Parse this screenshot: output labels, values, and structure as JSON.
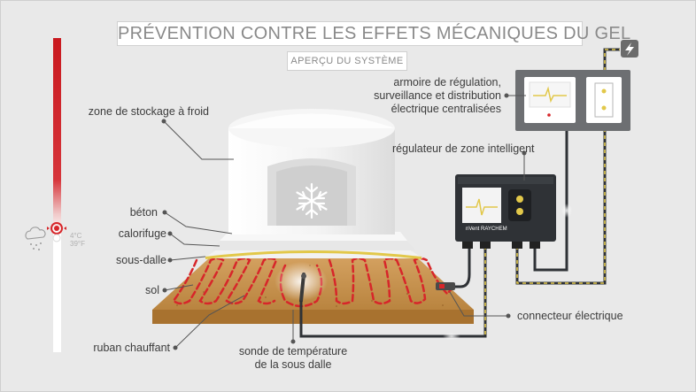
{
  "title": "PRÉVENTION CONTRE LES EFFETS MÉCANIQUES DU GEL",
  "subtitle": "APERÇU DU SYSTÈME",
  "labels": {
    "cold_storage": "zone de stockage à froid",
    "concrete": "béton",
    "insulation": "calorifuge",
    "subfloor": "sous-dalle",
    "soil": "sol",
    "heating_tape": "ruban chauffant",
    "sensor_line1": "sonde de température",
    "sensor_line2": "de la sous dalle",
    "cabinet_line1": "armoire de régulation,",
    "cabinet_line2": "surveillance et distribution",
    "cabinet_line3": "électrique centralisées",
    "controller": "régulateur de zone intelligent",
    "connector": "connecteur électrique",
    "brand": "nVent RAYCHEM"
  },
  "thermometer": {
    "temp_c": "4°C",
    "temp_f": "39°F"
  },
  "icons": {
    "power": "lightning-bolt-icon",
    "snowflake": "snowflake-icon",
    "weather": "cloud-snow-icon"
  },
  "colors": {
    "heating_red": "#d7262a",
    "soil": "#c9954f",
    "device_dark": "#2f3236",
    "accent_yellow": "#e2c84a"
  }
}
